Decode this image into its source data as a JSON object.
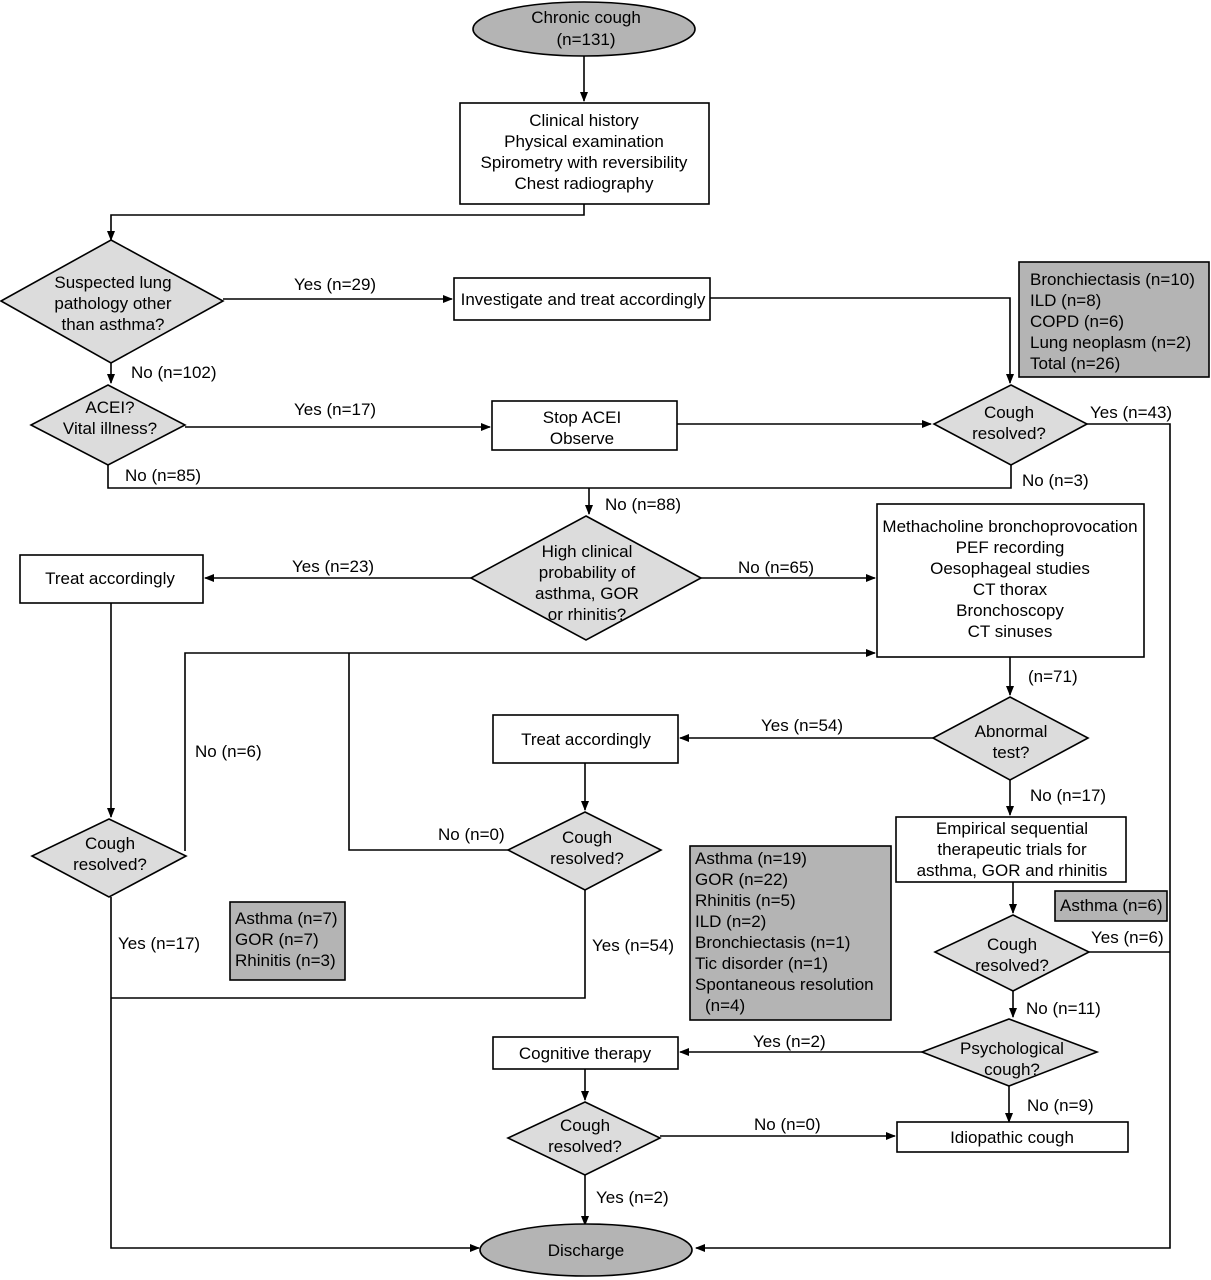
{
  "nodes": {
    "start": [
      "Chronic cough",
      "(n=131)"
    ],
    "assessment": [
      "Clinical history",
      "Physical examination",
      "Spirometry with reversibility",
      "Chest radiography"
    ],
    "suspected": [
      "Suspected lung",
      "pathology other",
      "than asthma?"
    ],
    "investigate": [
      "Investigate and treat accordingly"
    ],
    "acei": [
      "ACEI?",
      "Vital illness?"
    ],
    "stop_acei": [
      "Stop ACEI",
      "Observe"
    ],
    "resolved1": [
      "Cough",
      "resolved?"
    ],
    "high_prob": [
      "High clinical",
      "probability of",
      "asthma, GOR",
      "or rhinitis?"
    ],
    "treat_left": [
      "Treat accordingly"
    ],
    "tests": [
      "Methacholine bronchoprovocation",
      "PEF recording",
      "Oesophageal studies",
      "CT thorax",
      "Bronchoscopy",
      "CT sinuses"
    ],
    "abnormal": [
      "Abnormal",
      "test?"
    ],
    "treat_mid": [
      "Treat accordingly"
    ],
    "resolved_left": [
      "Cough",
      "resolved?"
    ],
    "resolved_mid": [
      "Cough",
      "resolved?"
    ],
    "empirical": [
      "Empirical sequential",
      "therapeutic trials for",
      "asthma, GOR and rhinitis"
    ],
    "resolved_right": [
      "Cough",
      "resolved?"
    ],
    "psych": [
      "Psychological",
      "cough?"
    ],
    "cognitive": [
      "Cognitive therapy"
    ],
    "resolved_bottom": [
      "Cough",
      "resolved?"
    ],
    "idiopathic": [
      "Idiopathic cough"
    ],
    "discharge": [
      "Discharge"
    ]
  },
  "results": {
    "lung": [
      "Bronchiectasis (n=10)",
      "ILD (n=8)",
      "COPD (n=6)",
      "Lung neoplasm (n=2)",
      "Total (n=26)"
    ],
    "left": [
      "Asthma (n=7)",
      "GOR (n=7)",
      "Rhinitis (n=3)"
    ],
    "mid": [
      "Asthma (n=19)",
      "GOR (n=22)",
      "Rhinitis (n=5)",
      "ILD (n=2)",
      "Bronchiectasis (n=1)",
      "Tic disorder (n=1)",
      "Spontaneous resolution",
      "(n=4)"
    ],
    "empirical": [
      "Asthma (n=6)"
    ]
  },
  "edge_labels": {
    "yes29": "Yes (n=29)",
    "no102": "No (n=102)",
    "yes17_acei": "Yes (n=17)",
    "no85": "No (n=85)",
    "yes43": "Yes (n=43)",
    "no3": "No (n=3)",
    "no88": "No (n=88)",
    "yes23": "Yes (n=23)",
    "no65": "No (n=65)",
    "n71": "(n=71)",
    "yes54_abn": "Yes (n=54)",
    "no6": "No (n=6)",
    "no0_mid": "No (n=0)",
    "no17": "No (n=17)",
    "yes17_left": "Yes (n=17)",
    "yes54_mid": "Yes (n=54)",
    "yes6": "Yes (n=6)",
    "no11": "No (n=11)",
    "yes2_psych": "Yes (n=2)",
    "no9": "No (n=9)",
    "no0_bottom": "No (n=0)",
    "yes2_bottom": "Yes (n=2)"
  }
}
